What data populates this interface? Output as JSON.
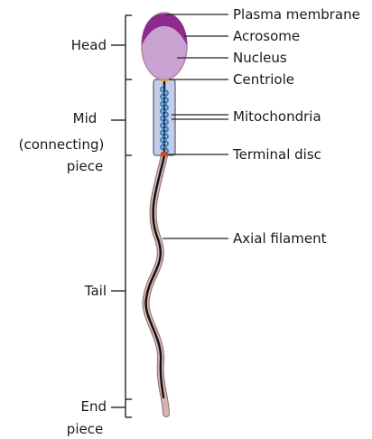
{
  "left_labels": {
    "head": "Head",
    "mid_line1": "Mid",
    "mid_line2": "(connecting)",
    "mid_line3": "piece",
    "tail": "Tail",
    "end_line1": "End",
    "end_line2": "piece"
  },
  "right_labels": {
    "plasma_membrane": "Plasma membrane",
    "acrosome": "Acrosome",
    "nucleus": "Nucleus",
    "centriole": "Centriole",
    "mitochondria": "Mitochondria",
    "terminal_disc": "Terminal disc",
    "axial_filament": "Axial filament"
  },
  "colors": {
    "acrosome": "#8e2a8c",
    "head_fill": "#c9a3d3",
    "membrane": "#b08aa0",
    "midpiece_fill": "#c4cde8",
    "mitochondria": "#3a7fc2",
    "centriole": "#f2a21e",
    "terminal_disc": "#d2452b",
    "tail_sheath": "#d7b4b4",
    "axial_filament": "#111111",
    "lines": "#222222"
  }
}
